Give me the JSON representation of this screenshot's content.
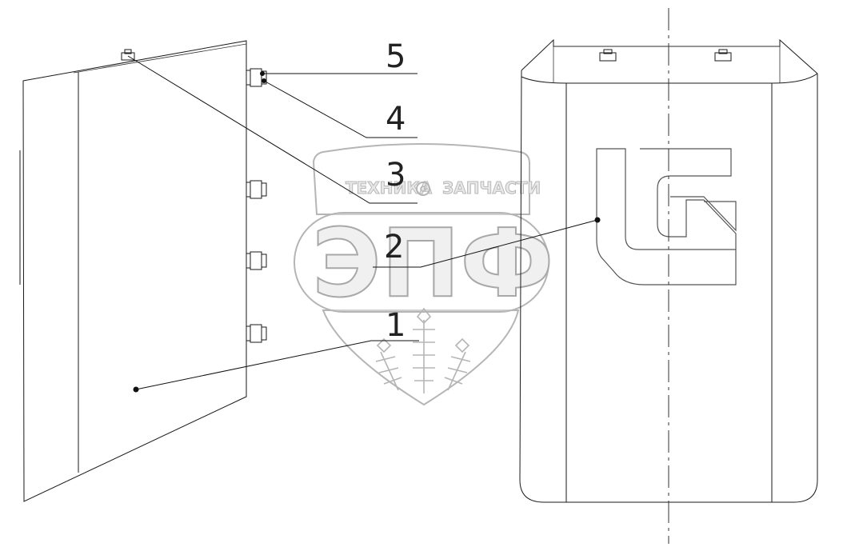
{
  "callouts": [
    {
      "id": "1",
      "label": "1"
    },
    {
      "id": "2",
      "label": "2"
    },
    {
      "id": "3",
      "label": "3"
    },
    {
      "id": "4",
      "label": "4"
    },
    {
      "id": "5",
      "label": "5"
    }
  ],
  "watermark": {
    "top_left": "ТЕХНИКА",
    "top_right": "ЗАПЧАСТИ",
    "center": "ЭПФ"
  },
  "colors": {
    "line": "#1a1a1a",
    "watermark_stroke": "#b5b5b5"
  }
}
